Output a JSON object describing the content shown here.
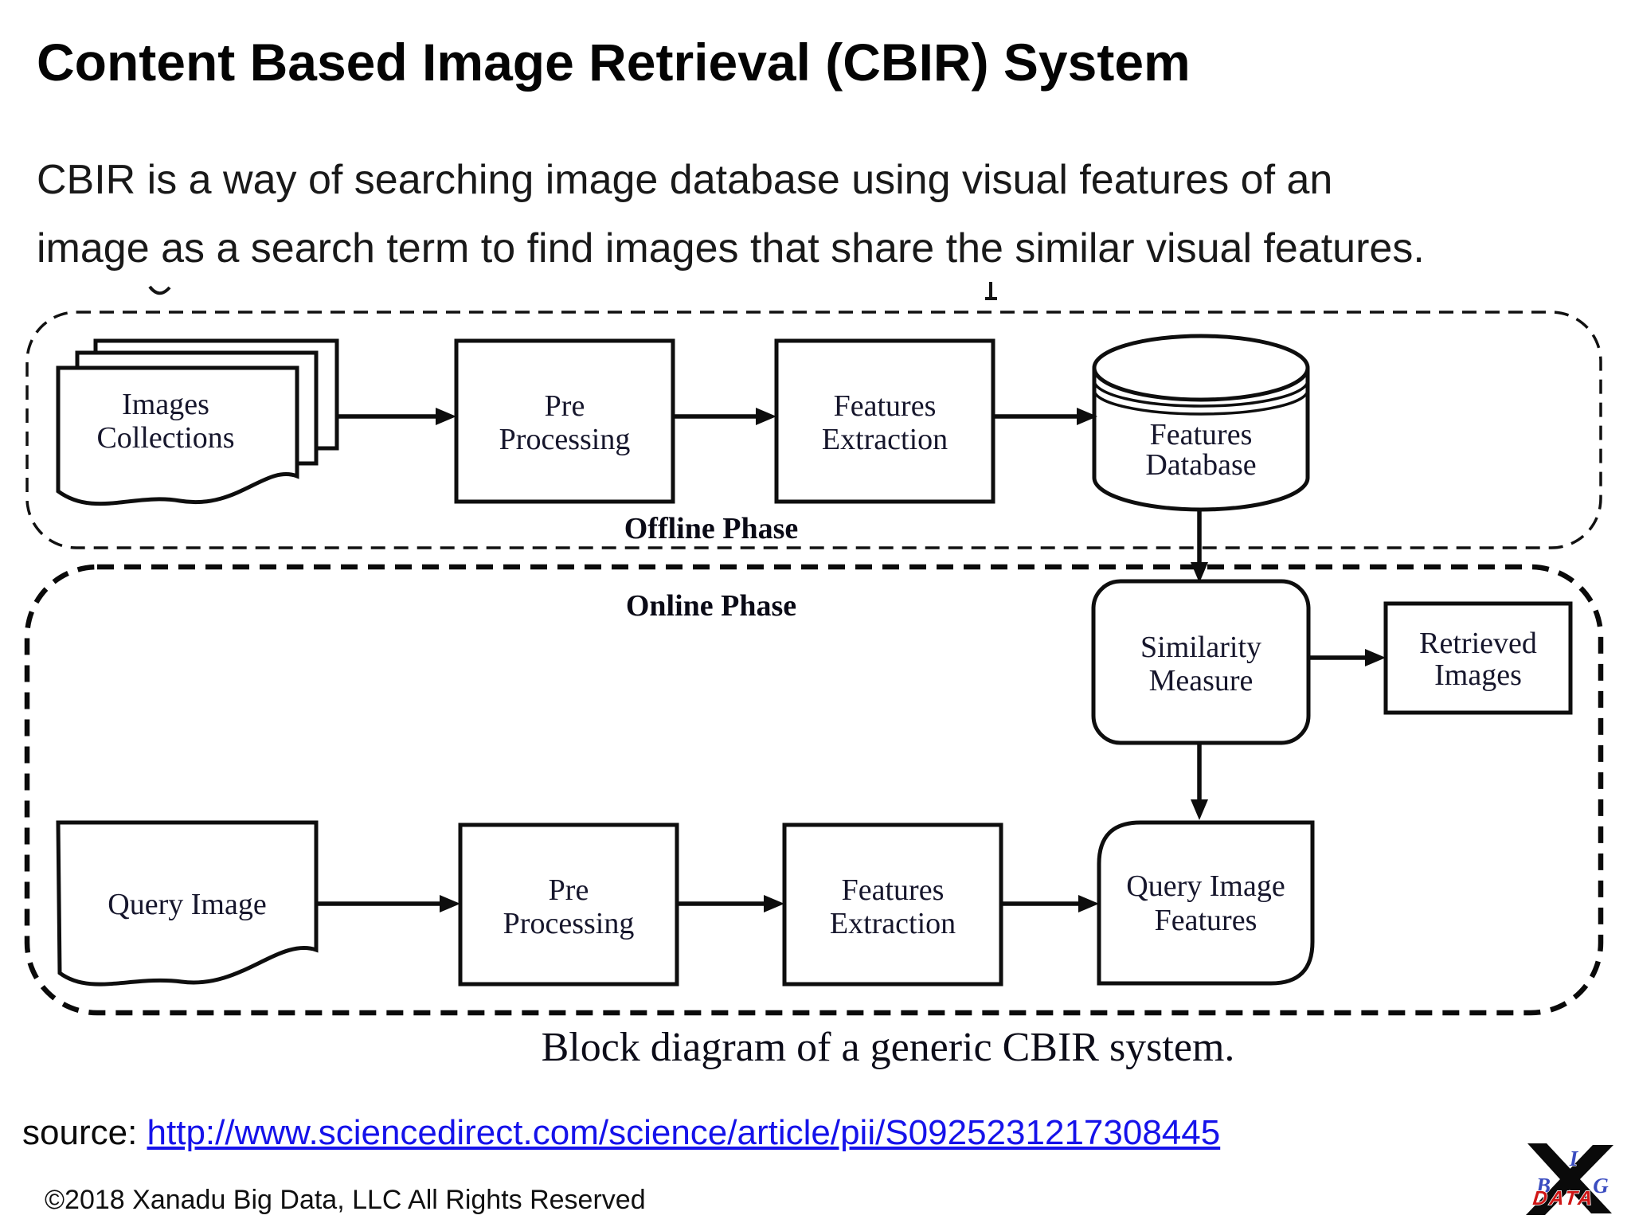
{
  "slide": {
    "title": "Content Based Image Retrieval (CBIR) System",
    "description_lines": [
      "CBIR is a way of searching image database using visual features of an",
      "image as a search term to find images that share the similar visual features."
    ]
  },
  "diagram": {
    "offline_phase_label": "Offline Phase",
    "online_phase_label": "Online Phase",
    "caption": "Block diagram of a generic CBIR system.",
    "nodes": {
      "images_collections": {
        "lines": [
          "Images",
          "Collections"
        ]
      },
      "pre_processing_offline": {
        "lines": [
          "Pre",
          "Processing"
        ]
      },
      "features_extraction_offline": {
        "lines": [
          "Features",
          "Extraction"
        ]
      },
      "features_database": {
        "lines": [
          "Features",
          "Database"
        ]
      },
      "similarity_measure": {
        "lines": [
          "Similarity",
          "Measure"
        ]
      },
      "retrieved_images": {
        "lines": [
          "Retrieved",
          "Images"
        ]
      },
      "query_image": {
        "lines": [
          "Query Image"
        ]
      },
      "pre_processing_online": {
        "lines": [
          "Pre",
          "Processing"
        ]
      },
      "features_extraction_online": {
        "lines": [
          "Features",
          "Extraction"
        ]
      },
      "query_image_features": {
        "lines": [
          "Query Image",
          "Features"
        ]
      }
    }
  },
  "footer": {
    "source_label": "source:",
    "source_url": "http://www.sciencedirect.com/science/article/pii/S0925231217308445",
    "copyright": "©2018 Xanadu Big Data, LLC All Rights Reserved"
  },
  "logo": {
    "letter_b": "B",
    "letter_i": "I",
    "letter_g": "G",
    "word": "DATA"
  },
  "colors": {
    "link_blue": "#1512ea",
    "diagram_stroke": "#0e0e0e",
    "logo_letter_blue": "#3a4cc0",
    "logo_word_red": "#d01616"
  }
}
